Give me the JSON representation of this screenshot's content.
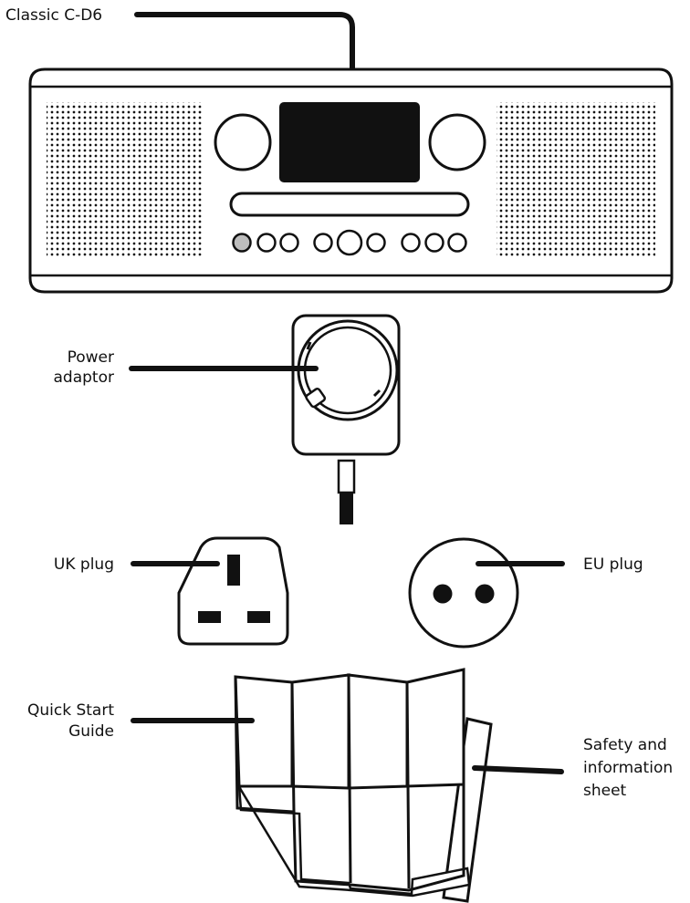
{
  "labels": {
    "radio": "Classic C-D6",
    "adaptor_line1": "Power",
    "adaptor_line2": "adaptor",
    "uk_plug": "UK plug",
    "eu_plug": "EU plug",
    "guide_line1": "Quick Start",
    "guide_line2": "Guide",
    "safety_line1": "Safety and",
    "safety_line2": "information",
    "safety_line3": "sheet"
  },
  "colors": {
    "ink": "#111111",
    "paper": "#ffffff",
    "button_accent": "#bdbdbd"
  },
  "icons": [
    "speaker-grille-icon",
    "knob-icon",
    "display-icon",
    "cd-slot-icon",
    "button-icon",
    "power-adaptor-icon",
    "uk-plug-icon",
    "eu-plug-icon",
    "folded-guide-icon",
    "info-sheet-icon"
  ]
}
